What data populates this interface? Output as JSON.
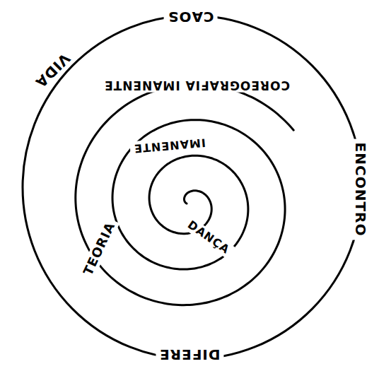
{
  "diagram": {
    "labels": [
      "CAOS",
      "VIDA",
      "ENCONTRO",
      "DIFERE",
      "COREOGRAFIA IMANENTE",
      "TEORIA",
      "IMANENTE",
      "DANÇA"
    ]
  }
}
